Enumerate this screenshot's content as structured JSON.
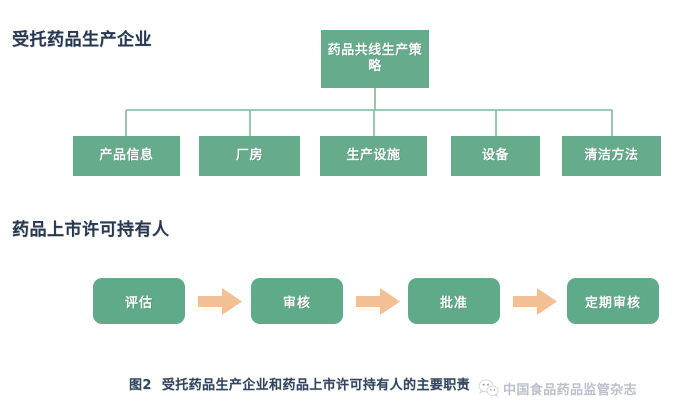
{
  "figure": {
    "caption_number": "图2",
    "caption_text": "受托药品生产企业和药品上市许可持有人的主要职责",
    "background_color": "#ffffff"
  },
  "colors": {
    "node_green": "#66ab8c",
    "flow_green": "#5faa89",
    "arrow_peach": "#f3c095",
    "connector_line": "#7fb79c",
    "heading_navy": "#26374f",
    "caption_navy": "#30445d",
    "watermark_gray": "#97a2b0"
  },
  "sections": {
    "contract_manufacturer": {
      "heading": "受托药品生产企业",
      "org_chart": {
        "root": {
          "label": "药品共线生产策略"
        },
        "leaves": [
          {
            "label": "产品信息"
          },
          {
            "label": "厂房"
          },
          {
            "label": "生产设施"
          },
          {
            "label": "设备"
          },
          {
            "label": "清洁方法"
          }
        ]
      }
    },
    "mah": {
      "heading": "药品上市许可持有人",
      "flow": {
        "steps": [
          {
            "label": "评估"
          },
          {
            "label": "审核"
          },
          {
            "label": "批准"
          },
          {
            "label": "定期审核"
          }
        ],
        "arrow_icon": "arrow-right-icon",
        "arrow_count": 3
      }
    }
  },
  "watermark": {
    "logo_icon": "wechat-logo-icon",
    "label": "中国食品药品监管杂志"
  },
  "chart_data": {
    "type": "diagram",
    "title": "图2 受托药品生产企业和药品上市许可持有人的主要职责",
    "diagrams": [
      {
        "name": "受托药品生产企业",
        "style": "org-chart",
        "root": "药品共线生产策略",
        "children": [
          "产品信息",
          "厂房",
          "生产设施",
          "设备",
          "清洁方法"
        ]
      },
      {
        "name": "药品上市许可持有人",
        "style": "process-flow",
        "steps": [
          "评估",
          "审核",
          "批准",
          "定期审核"
        ]
      }
    ]
  }
}
